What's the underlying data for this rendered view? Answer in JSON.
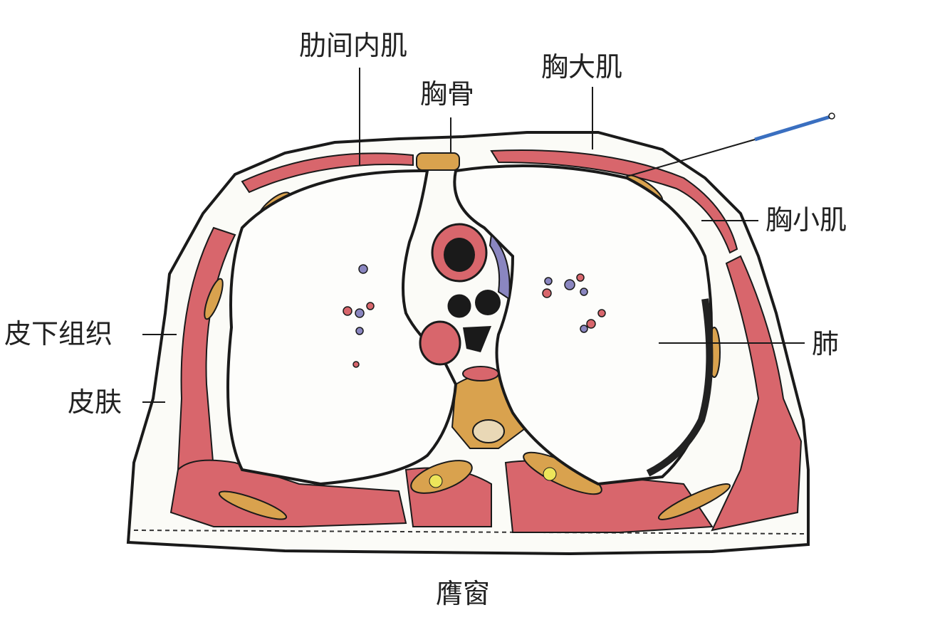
{
  "title": "胸部横断面",
  "labels": {
    "intercostal_internal": "肋间内肌",
    "sternum": "胸骨",
    "pectoralis_major": "胸大肌",
    "pectoralis_minor": "胸小肌",
    "subcutaneous": "皮下组织",
    "lung": "肺",
    "skin": "皮肤",
    "acupoint": "膺窗"
  },
  "colors": {
    "muscle": "#d8666c",
    "bone": "#d9a24e",
    "outline": "#1a1a1a",
    "vein": "#8a86c0",
    "needle": "#3a6fc0"
  }
}
